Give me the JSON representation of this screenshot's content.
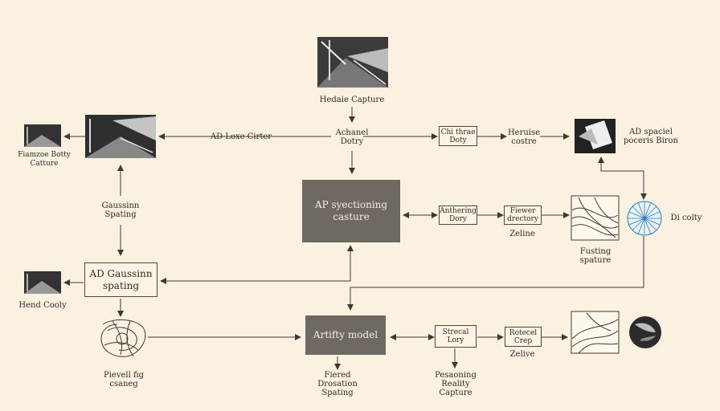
{
  "nodes": {
    "top_capture": "Hedaie Capture",
    "acharel_dotry": "Achanel\nDotry",
    "ad_loxe_cirter": "AD Loxe Cirter",
    "top_left_caption": "Fiamzoe Botty\nCatture",
    "gaussian_spating": "Gaussinn\nSpating",
    "chi_hrae": "Chi thrae\nDoty",
    "heruise_costre": "Heruise\ncostre",
    "ad_special": "AD spaciel\npoceris Biron",
    "center_main": "AP syectioning\ncasture",
    "anthering_dory": "Anthering\nDory",
    "fiewer_drecrtory": "Fiewer\ndrectory",
    "zeliine_1": "Zeline",
    "di_colty": "Di colty",
    "fusing_spature": "Fusting\nspature",
    "ad_gaussinn_box": "AD Gaussinn\nspating",
    "hend_cooly": "Hend Cooly",
    "artifact_model": "Artifty model",
    "pievell_fig": "Pievell fig\ncsaneg",
    "fiered_drosa": "Fiered\nDrosation\nSpating",
    "strecal_lory": "Strecal\nLory",
    "reasoning_reality": "Pesaoning\nReality\nCapture",
    "rotecel_crep": "Rotecel\nCrep",
    "zelive_2": "Zelive"
  }
}
